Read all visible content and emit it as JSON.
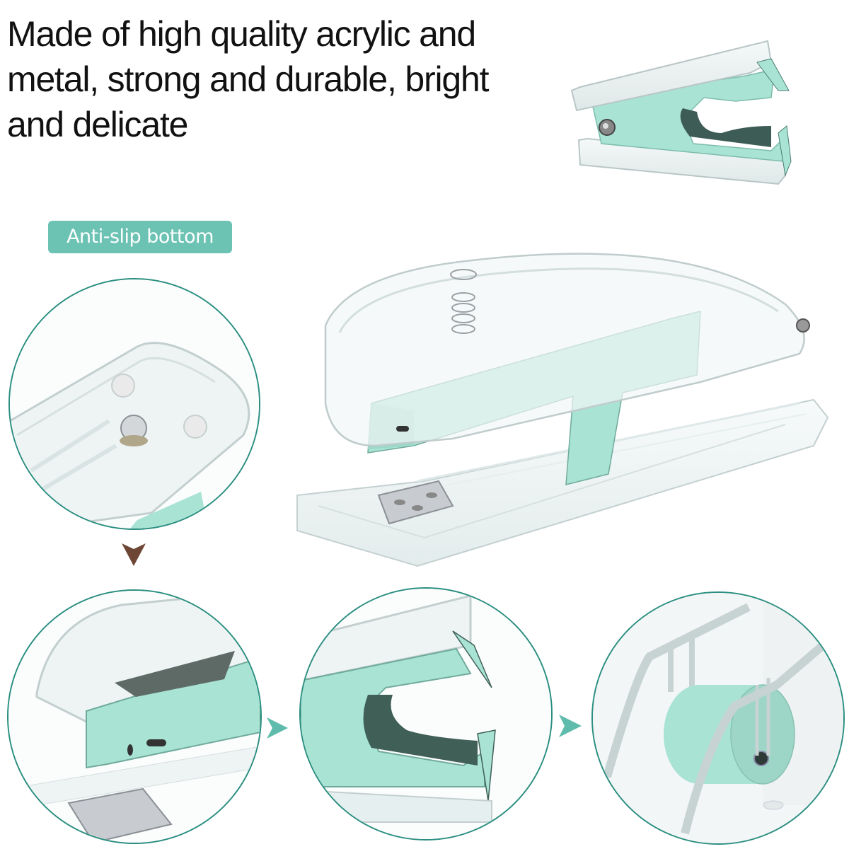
{
  "headline": {
    "lines": [
      "Made of high quality acrylic and",
      "metal, strong and durable, bright",
      "and delicate"
    ]
  },
  "badge": {
    "label": "Anti-slip bottom"
  },
  "colors": {
    "accent_teal": "#6cc3b4",
    "circle_border": "#2a8e80",
    "mint_metal": "#a8e3d3",
    "down_arrow": "#6e4636",
    "text": "#111111"
  },
  "images": {
    "staple_remover": "staple-remover-product",
    "stapler": "stapler-product",
    "detail_anti_slip": "anti-slip-bottom-detail",
    "detail_stapler_head": "stapler-head-detail",
    "detail_remover_jaws": "staple-remover-jaws-detail",
    "detail_tape_roller": "tape-dispenser-roller-detail"
  },
  "icons": {
    "down_arrow": "triangle-down-icon",
    "right_arrow_1": "triangle-right-icon",
    "right_arrow_2": "triangle-right-icon"
  }
}
